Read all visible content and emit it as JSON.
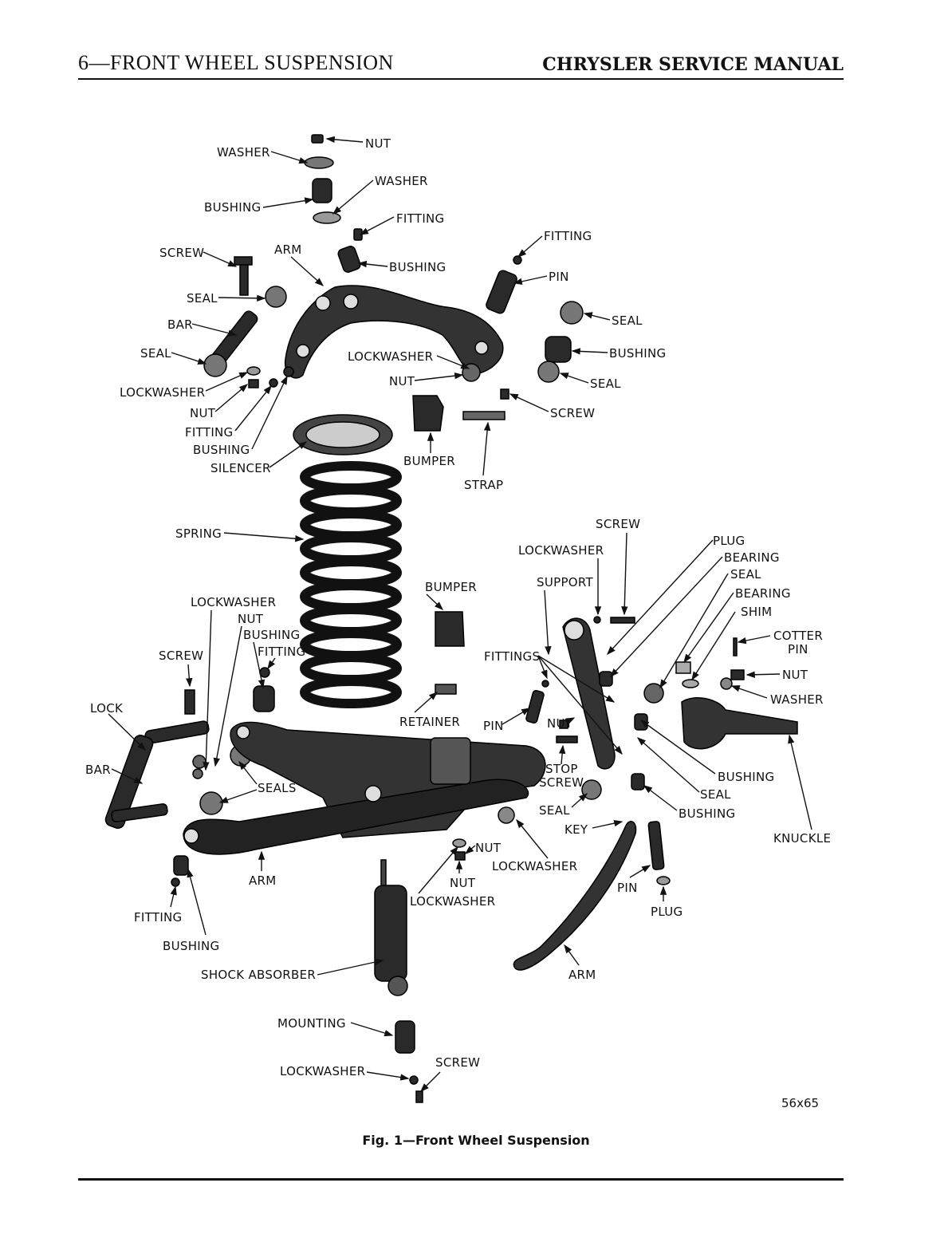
{
  "header": {
    "left": "6—FRONT WHEEL SUSPENSION",
    "right": "CHRYSLER SERVICE MANUAL"
  },
  "labels": [
    {
      "id": "nut1",
      "text": "NUT"
    },
    {
      "id": "washer1",
      "text": "WASHER"
    },
    {
      "id": "washer2",
      "text": "WASHER"
    },
    {
      "id": "bushing1",
      "text": "BUSHING"
    },
    {
      "id": "fitting1",
      "text": "FITTING"
    },
    {
      "id": "fitting2",
      "text": "FITTING"
    },
    {
      "id": "screw1",
      "text": "SCREW"
    },
    {
      "id": "arm1",
      "text": "ARM"
    },
    {
      "id": "bushing2",
      "text": "BUSHING"
    },
    {
      "id": "pin1",
      "text": "PIN"
    },
    {
      "id": "seal1",
      "text": "SEAL"
    },
    {
      "id": "bar1",
      "text": "BAR"
    },
    {
      "id": "seal2",
      "text": "SEAL"
    },
    {
      "id": "seal3",
      "text": "SEAL"
    },
    {
      "id": "bushing3",
      "text": "BUSHING"
    },
    {
      "id": "lockwasher1",
      "text": "LOCKWASHER"
    },
    {
      "id": "seal4",
      "text": "SEAL"
    },
    {
      "id": "lockwasher2",
      "text": "LOCKWASHER"
    },
    {
      "id": "nut2",
      "text": "NUT"
    },
    {
      "id": "nut3",
      "text": "NUT"
    },
    {
      "id": "screw2",
      "text": "SCREW"
    },
    {
      "id": "fitting3",
      "text": "FITTING"
    },
    {
      "id": "bushing4",
      "text": "BUSHING"
    },
    {
      "id": "bumper1",
      "text": "BUMPER"
    },
    {
      "id": "silencer",
      "text": "SILENCER"
    },
    {
      "id": "strap",
      "text": "STRAP"
    },
    {
      "id": "screw3",
      "text": "SCREW"
    },
    {
      "id": "spring",
      "text": "SPRING"
    },
    {
      "id": "plug1",
      "text": "PLUG"
    },
    {
      "id": "lockwasher3",
      "text": "LOCKWASHER"
    },
    {
      "id": "bearing1",
      "text": "BEARING"
    },
    {
      "id": "seal5",
      "text": "SEAL"
    },
    {
      "id": "support",
      "text": "SUPPORT"
    },
    {
      "id": "bumper2",
      "text": "BUMPER"
    },
    {
      "id": "bearing2",
      "text": "BEARING"
    },
    {
      "id": "lockwasher4",
      "text": "LOCKWASHER"
    },
    {
      "id": "shim",
      "text": "SHIM"
    },
    {
      "id": "nut4",
      "text": "NUT"
    },
    {
      "id": "cotter1",
      "text": "COTTER"
    },
    {
      "id": "cotter2",
      "text": "PIN"
    },
    {
      "id": "bushing5",
      "text": "BUSHING"
    },
    {
      "id": "screw4",
      "text": "SCREW"
    },
    {
      "id": "fitting4",
      "text": "FITTING"
    },
    {
      "id": "fittings",
      "text": "FITTINGS"
    },
    {
      "id": "nut5",
      "text": "NUT"
    },
    {
      "id": "washer3",
      "text": "WASHER"
    },
    {
      "id": "lock",
      "text": "LOCK"
    },
    {
      "id": "retainer",
      "text": "RETAINER"
    },
    {
      "id": "pin2",
      "text": "PIN"
    },
    {
      "id": "nut6",
      "text": "NUT"
    },
    {
      "id": "bar2",
      "text": "BAR"
    },
    {
      "id": "stop1",
      "text": "STOP"
    },
    {
      "id": "stop2",
      "text": "SCREW"
    },
    {
      "id": "bushing6",
      "text": "BUSHING"
    },
    {
      "id": "seals",
      "text": "SEALS"
    },
    {
      "id": "seal6",
      "text": "SEAL"
    },
    {
      "id": "seal7",
      "text": "SEAL"
    },
    {
      "id": "bushing7",
      "text": "BUSHING"
    },
    {
      "id": "key",
      "text": "KEY"
    },
    {
      "id": "knuckle",
      "text": "KNUCKLE"
    },
    {
      "id": "nut7",
      "text": "NUT"
    },
    {
      "id": "lockwasher5",
      "text": "LOCKWASHER"
    },
    {
      "id": "arm2",
      "text": "ARM"
    },
    {
      "id": "nut8",
      "text": "NUT"
    },
    {
      "id": "pin3",
      "text": "PIN"
    },
    {
      "id": "lockwasher6",
      "text": "LOCKWASHER"
    },
    {
      "id": "plug2",
      "text": "PLUG"
    },
    {
      "id": "fitting5",
      "text": "FITTING"
    },
    {
      "id": "bushing8",
      "text": "BUSHING"
    },
    {
      "id": "arm3",
      "text": "ARM"
    },
    {
      "id": "shock",
      "text": "SHOCK ABSORBER"
    },
    {
      "id": "mounting",
      "text": "MOUNTING"
    },
    {
      "id": "screw5",
      "text": "SCREW"
    },
    {
      "id": "lockwasher7",
      "text": "LOCKWASHER"
    }
  ],
  "figure_code": "56x65",
  "caption": "Fig. 1—Front Wheel Suspension"
}
